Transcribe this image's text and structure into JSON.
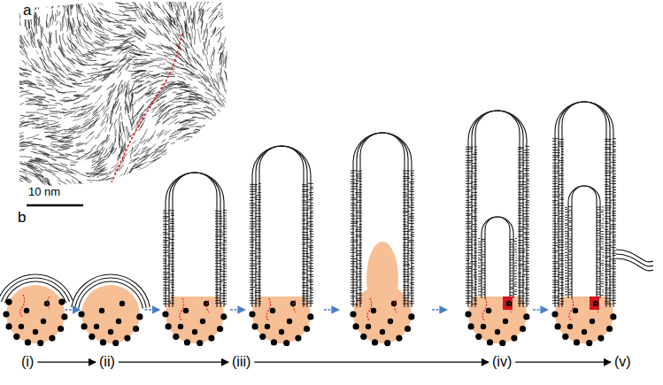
{
  "diagram": {
    "labels": [
      "a",
      "10 nm",
      "b",
      "(i)",
      "(ii)",
      "(iii)",
      "(iv)",
      "(v)"
    ]
  }
}
